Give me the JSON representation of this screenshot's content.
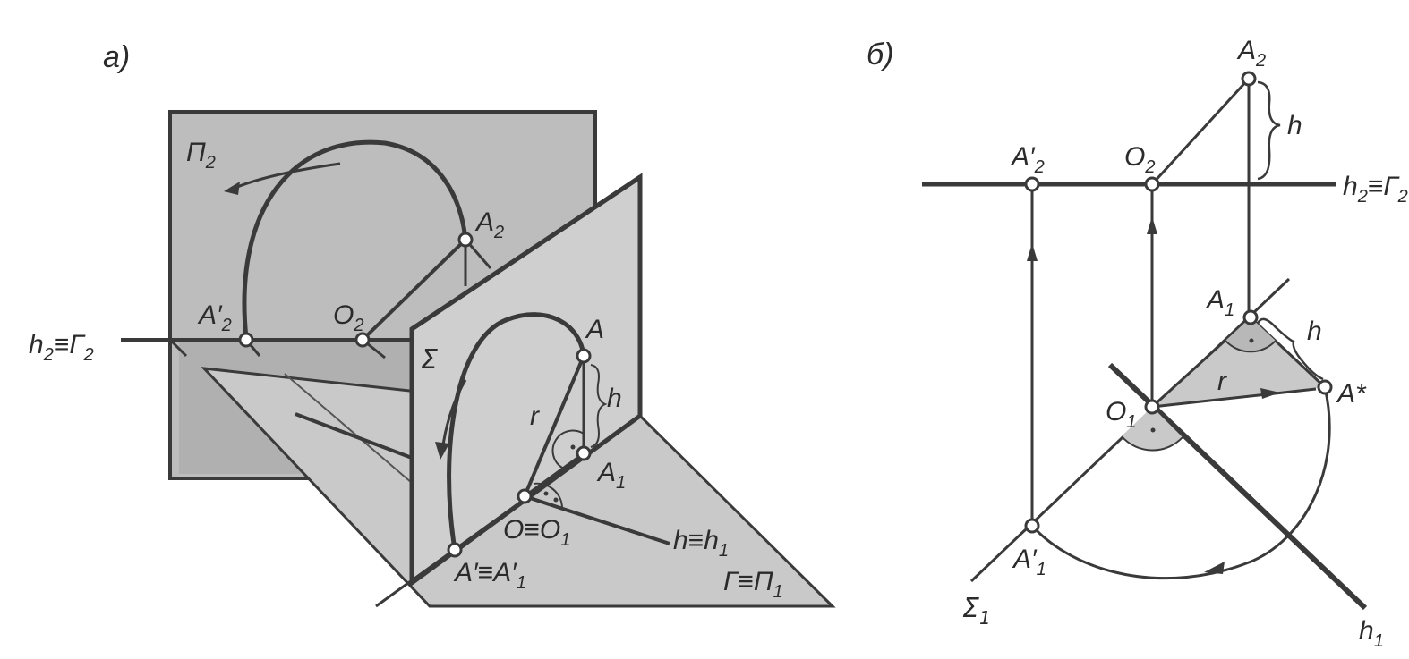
{
  "panel_a": {
    "label": "а)",
    "plane_p2": {
      "base": "П",
      "sub": "2"
    },
    "plane_sigma": "Σ",
    "point_A2": {
      "base": "A",
      "sub": "2"
    },
    "point_O2": {
      "base": "O",
      "sub": "2"
    },
    "point_A2prime": {
      "base": "A′",
      "sub": "2"
    },
    "axis_h2": {
      "base": "h",
      "sub": "2",
      "mid": "≡Г",
      "sub2": "2"
    },
    "point_A": "A",
    "point_A1": {
      "base": "A",
      "sub": "1"
    },
    "dim_h": "h",
    "radius_r": "r",
    "point_O": {
      "base": "O≡O",
      "sub": "1"
    },
    "point_Aprime": {
      "base": "A′≡A′",
      "sub": "1"
    },
    "axis_h": {
      "base": "h≡h",
      "sub": "1"
    },
    "plane_gamma": {
      "base": "Г≡П",
      "sub": "1"
    }
  },
  "panel_b": {
    "label": "б)",
    "point_A2": {
      "base": "A",
      "sub": "2"
    },
    "dim_h_top": "h",
    "point_A2prime": {
      "base": "A′",
      "sub": "2"
    },
    "point_O2": {
      "base": "O",
      "sub": "2"
    },
    "axis_h2": {
      "base": "h",
      "sub": "2",
      "mid": "≡Г",
      "sub2": "2"
    },
    "point_A1": {
      "base": "A",
      "sub": "1"
    },
    "dim_h_mid": "h",
    "point_O1": {
      "base": "O",
      "sub": "1"
    },
    "radius_r": "r",
    "point_Astar": "A*",
    "point_A1prime": {
      "base": "A′",
      "sub": "1"
    },
    "trace_sigma": {
      "base": "Σ",
      "sub": "1"
    },
    "axis_h1": {
      "base": "h",
      "sub": "1"
    }
  }
}
